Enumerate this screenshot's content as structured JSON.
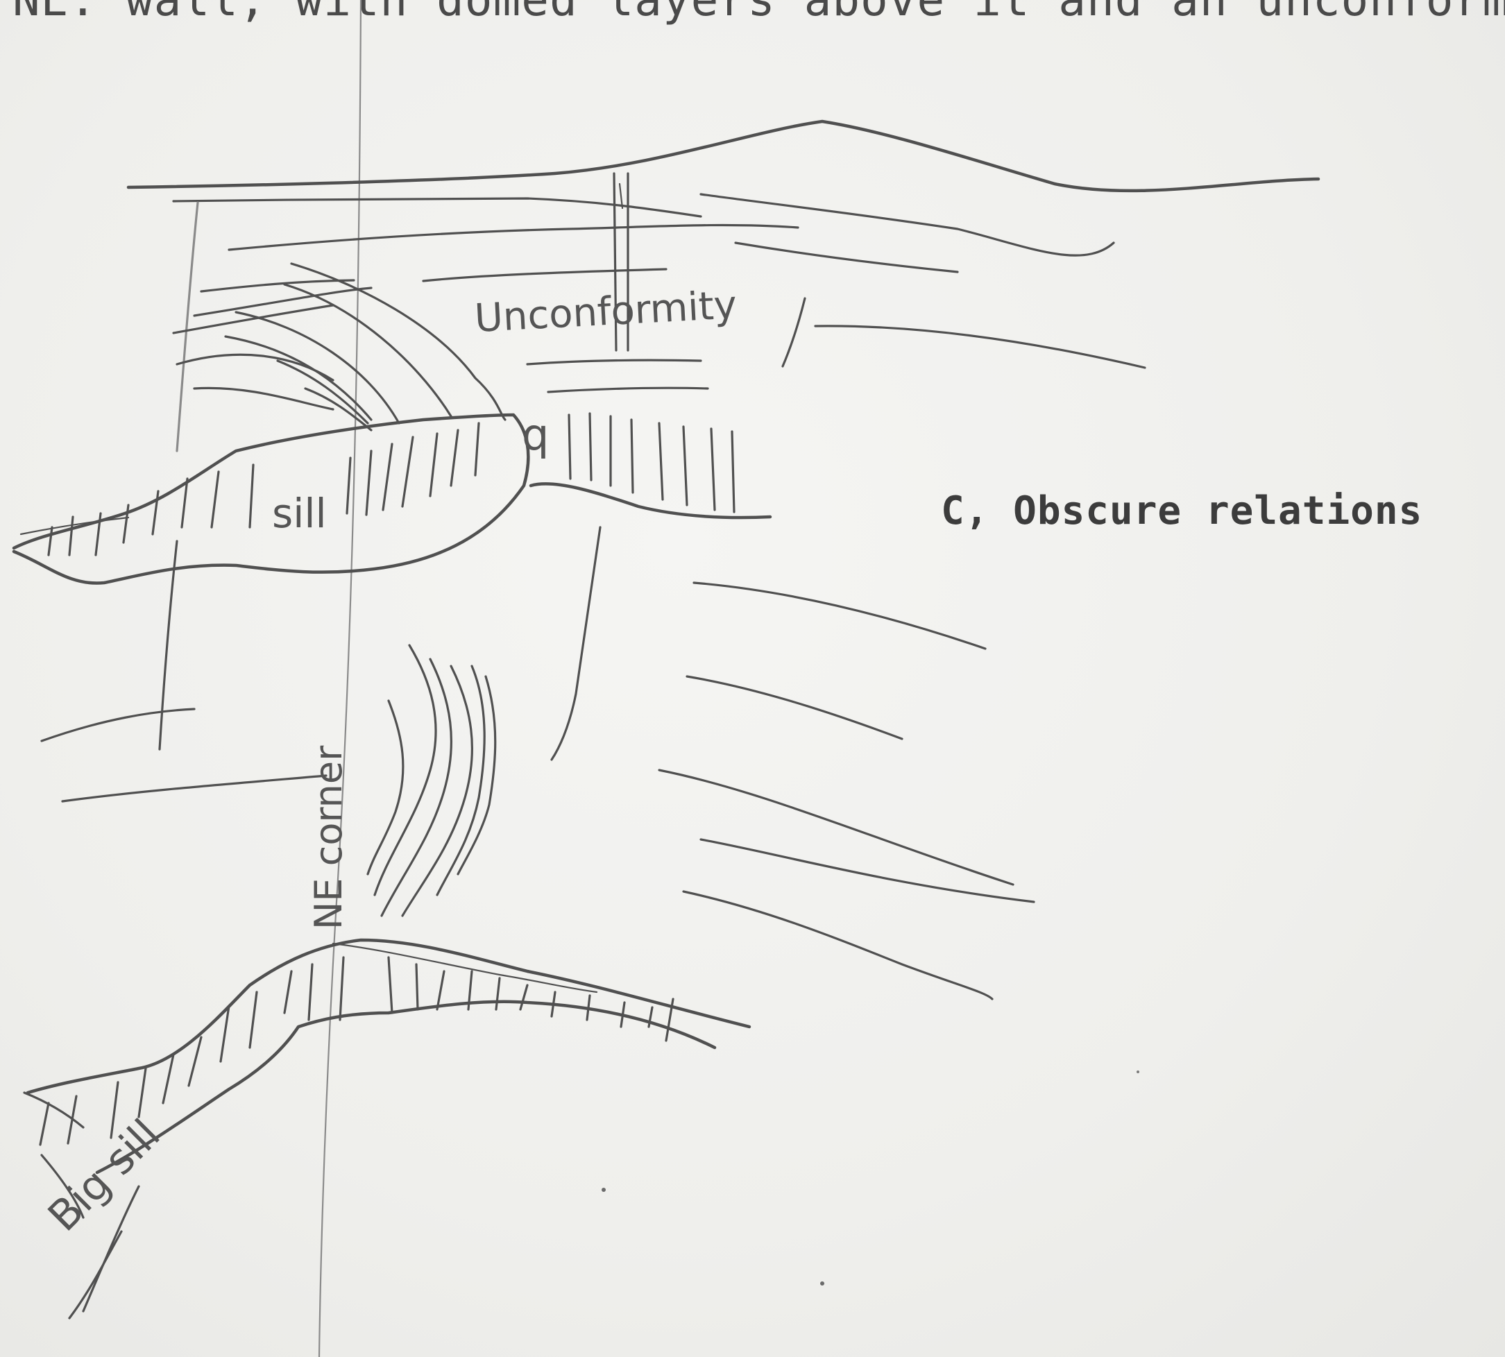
{
  "header_text": "NE. wall, with domed layers above it and an unconform",
  "caption": "C, Obscure relations",
  "labels": {
    "unconformity": "Unconformity",
    "sill": "sill",
    "ne_corner": "NE corner",
    "big_sill": "Big sill",
    "point_marker": "q"
  }
}
